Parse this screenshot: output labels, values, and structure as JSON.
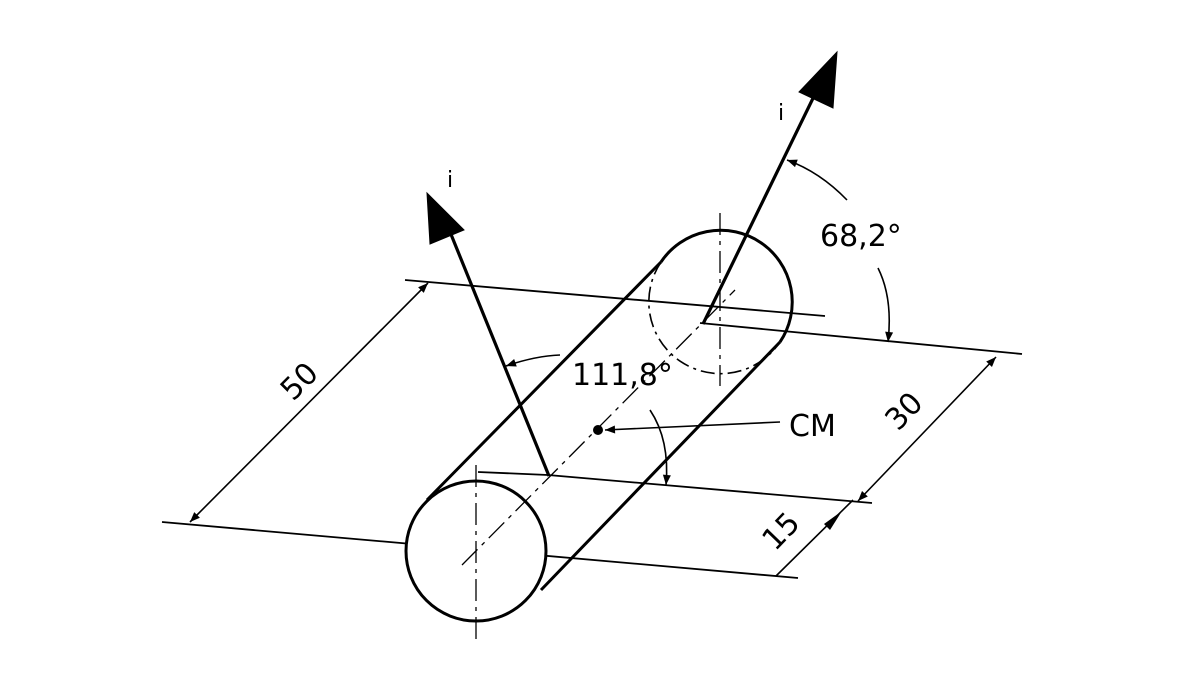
{
  "vectors": {
    "left_label": "i",
    "right_label": "i"
  },
  "angles": {
    "left": "111,8°",
    "right": "68,2°"
  },
  "dimensions": {
    "length": "50",
    "offset_far": "30",
    "offset_near": "15"
  },
  "center_of_mass": {
    "label": "CM"
  },
  "colors": {
    "ink": "#000000",
    "background": "#ffffff"
  }
}
